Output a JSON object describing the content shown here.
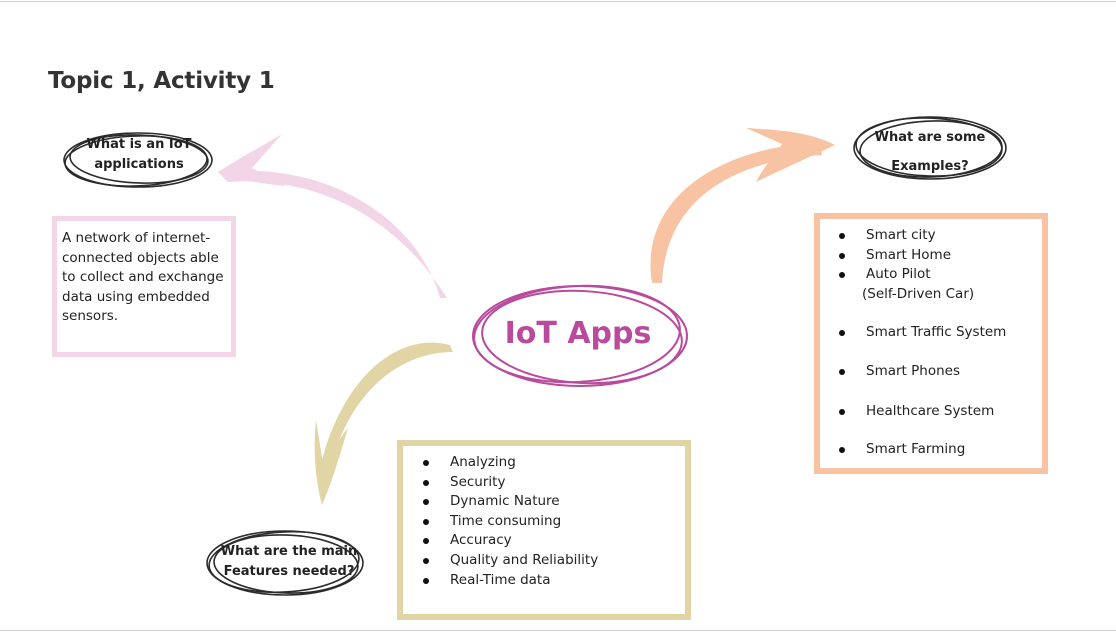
{
  "title": "Topic 1, Activity 1",
  "center": {
    "label": "IoT Apps",
    "color": "#b94a9c"
  },
  "nodes": {
    "what_is": {
      "line1": "What is an IoT",
      "line2": "applications"
    },
    "examples": {
      "line1": "What are some",
      "line2": "Examples?"
    },
    "features": {
      "line1": "What are the main",
      "line2": "Features needed?"
    }
  },
  "definition": "A network of internet-connected objects able to collect and exchange data using embedded sensors.",
  "features_list": [
    "Analyzing",
    "Security",
    "Dynamic Nature",
    "Time consuming",
    "Accuracy",
    "Quality and Reliability",
    "Real-Time data"
  ],
  "examples_list": [
    "Smart city",
    "Smart Home",
    "Auto Pilot",
    "(Self-Driven Car)",
    "Smart Traffic System",
    "Smart Phones",
    "Healthcare System",
    "Smart Farming"
  ],
  "colors": {
    "pink": "#f2d6e7",
    "khaki": "#e1d5a6",
    "peach": "#f7c3a3",
    "ink": "#2b2b2b"
  }
}
